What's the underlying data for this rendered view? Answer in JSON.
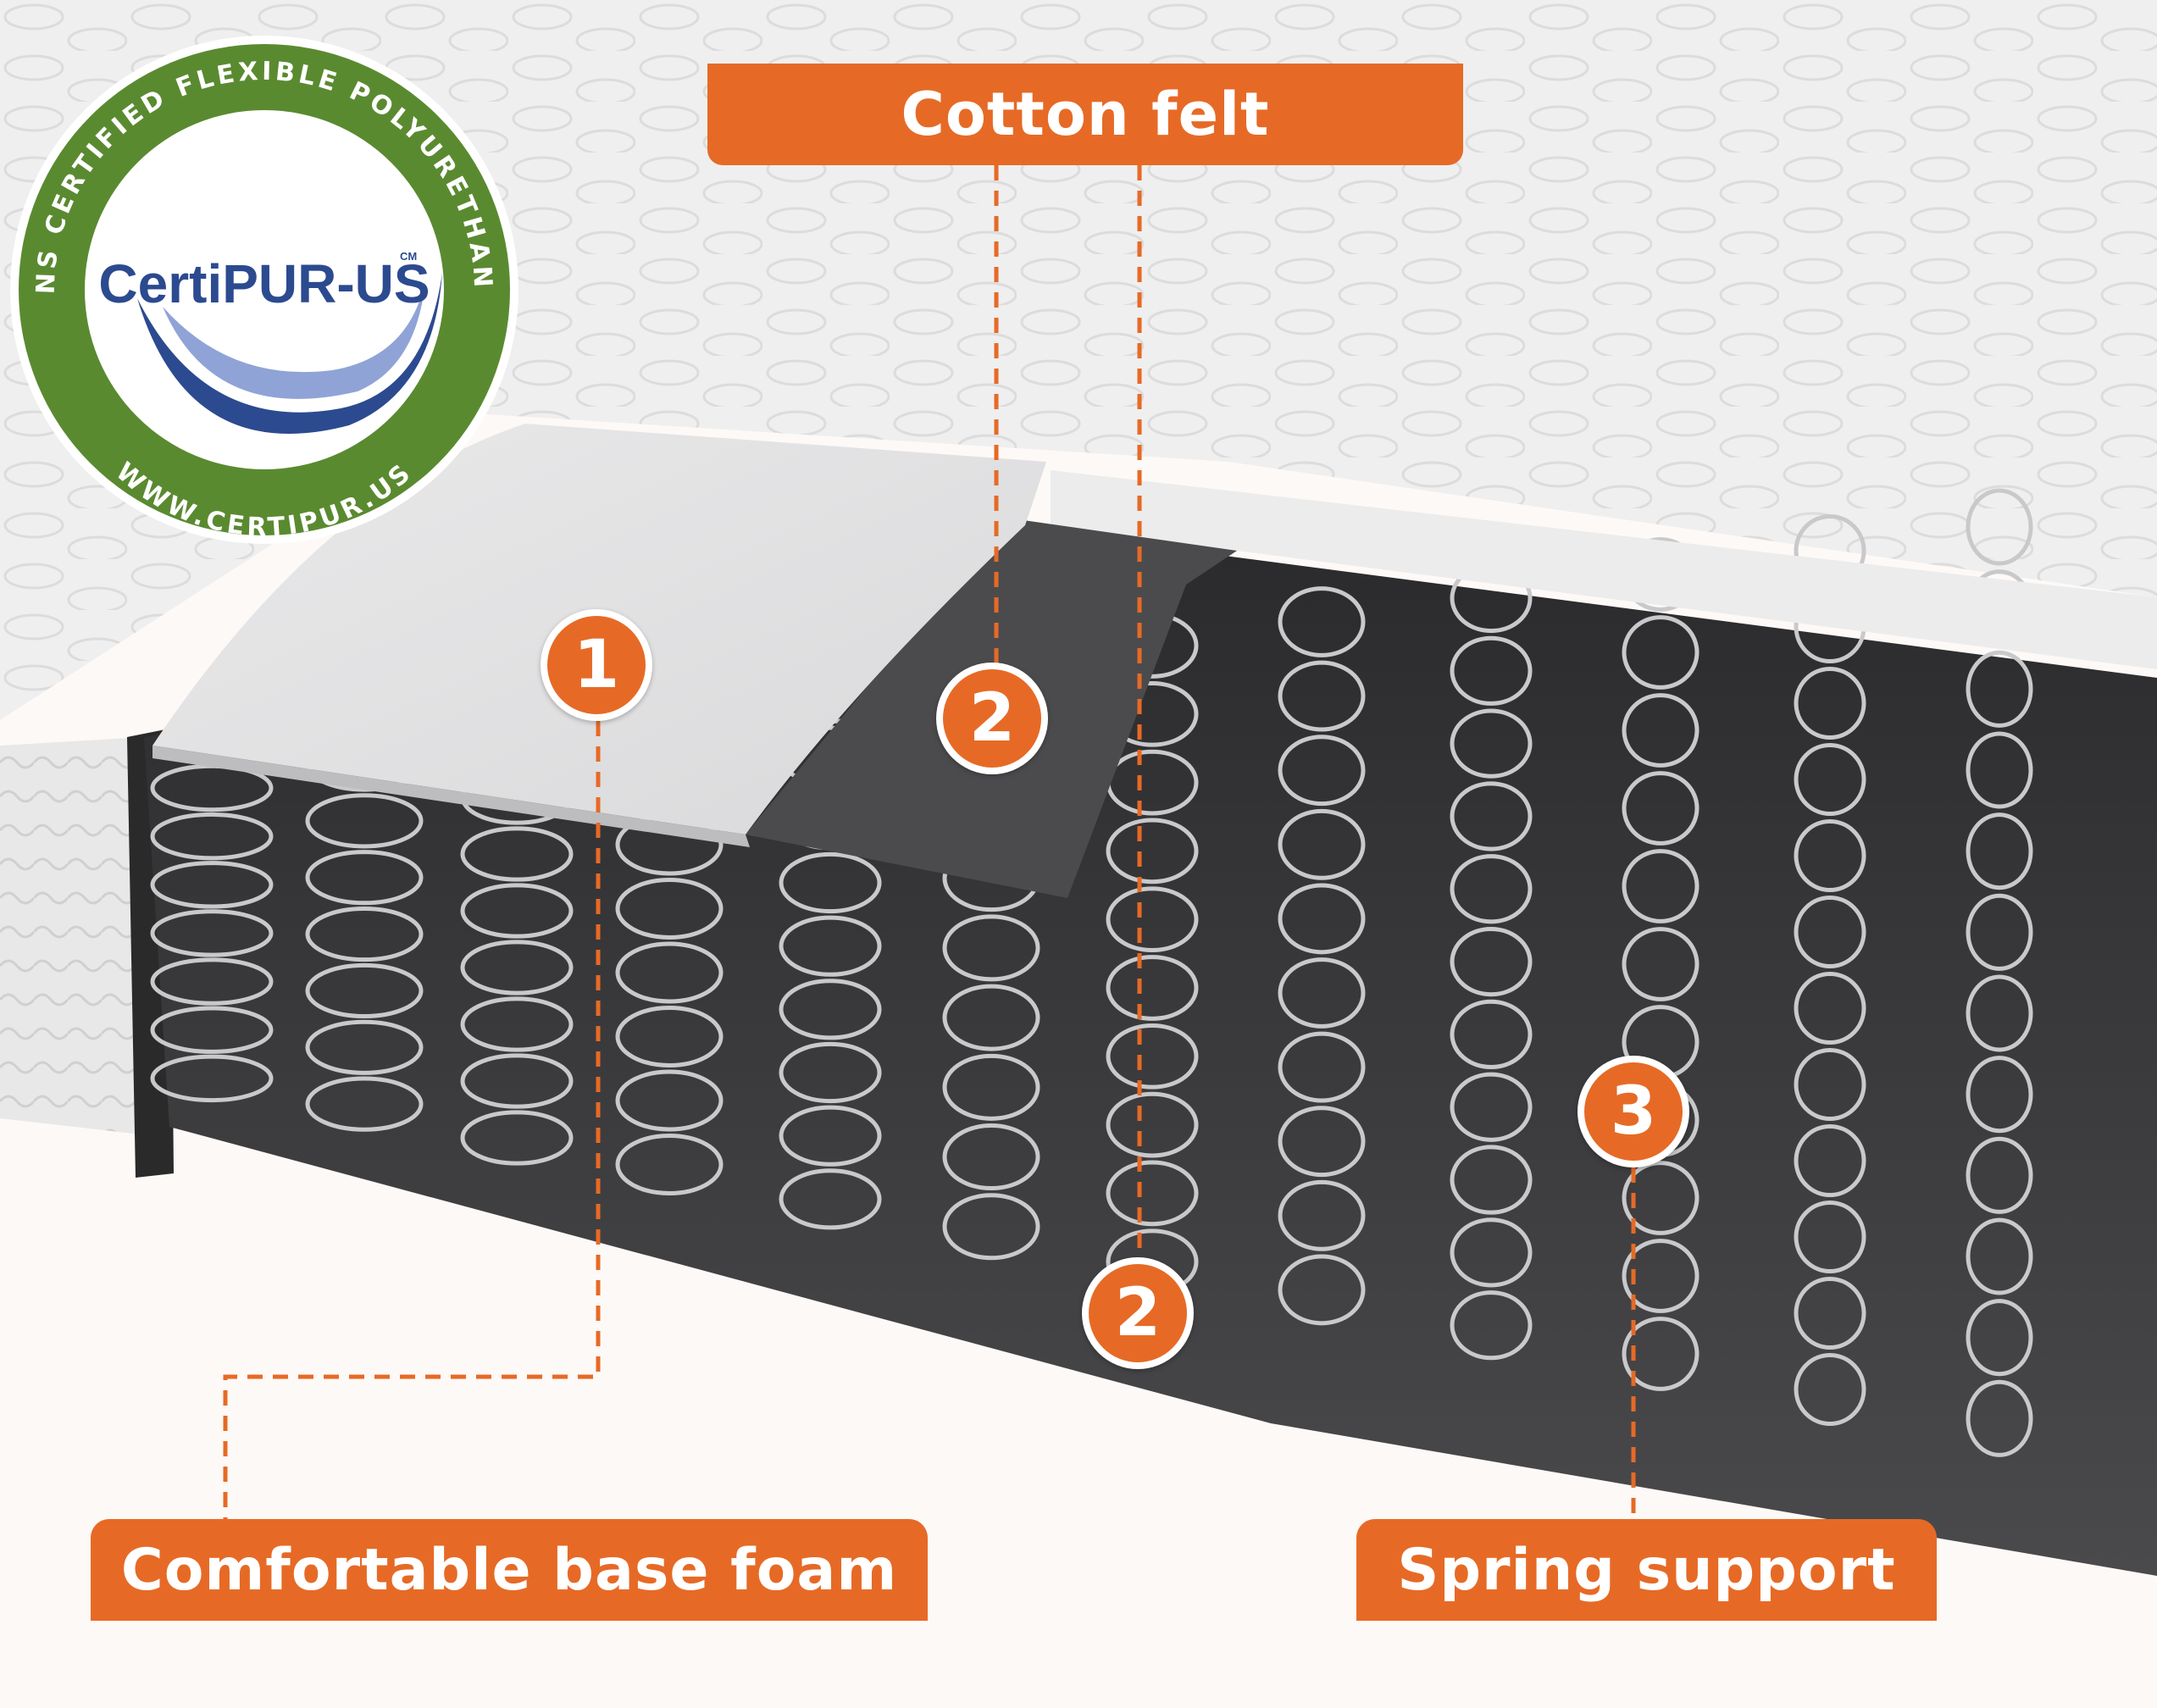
{
  "colors": {
    "accent": "#e66a26",
    "cert_green": "#5a8a30",
    "cert_blue": "#2c4a8f",
    "dark_base": "#3a3a3c"
  },
  "labels": {
    "cotton_felt": "Cotton felt",
    "base_foam": "Comfortable base foam",
    "spring_support": "Spring support"
  },
  "badges": {
    "one": "1",
    "two": "2",
    "three": "3"
  },
  "certification": {
    "logo_text": "CertiPUR-US",
    "ring_top": "CONTAINS CERTIFIED FLEXIBLE POLYURETHANE FOAM",
    "ring_bottom": "WWW.CERTIPUR.US",
    "mark": "CM"
  }
}
